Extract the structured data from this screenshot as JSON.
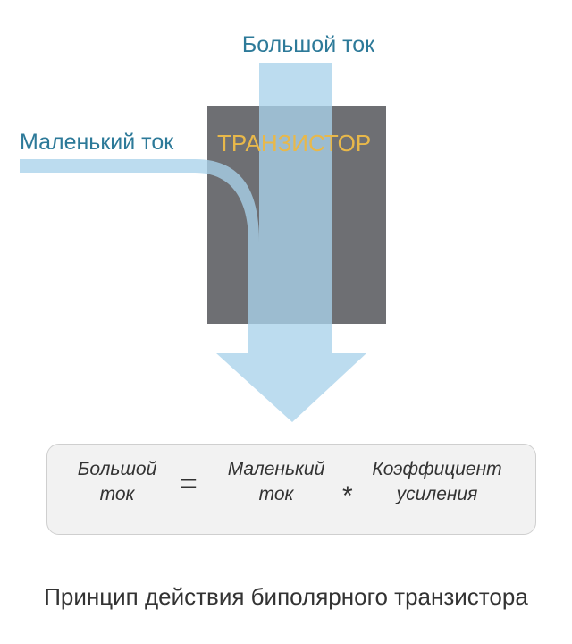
{
  "labels": {
    "big_current": "Большой ток",
    "small_current": "Маленький ток",
    "transistor": "ТРАНЗИСТОР"
  },
  "formula": {
    "big_current_line1": "Большой",
    "big_current_line2": "ток",
    "equals": "=",
    "small_current_line1": "Маленький",
    "small_current_line2": "ток",
    "multiply": "*",
    "gain_line1": "Коэффициент",
    "gain_line2": "усиления"
  },
  "caption": "Принцип действия биполярного транзистора",
  "colors": {
    "current_flow": "#a9d2ea",
    "transistor_body": "#6e6f73",
    "label_blue": "#2d7a99",
    "transistor_text": "#e8b84a",
    "formula_bg": "#f2f2f2",
    "text_dark": "#333333"
  }
}
